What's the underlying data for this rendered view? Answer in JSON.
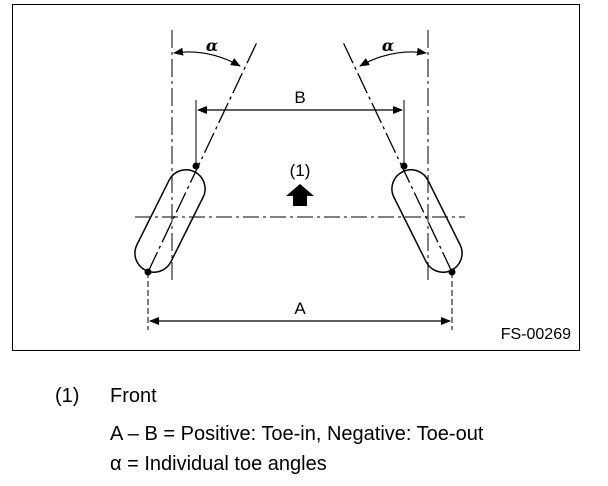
{
  "diagram": {
    "front_marker": "(1)",
    "distance_a": "A",
    "distance_b": "B",
    "angle_symbol": "α",
    "figure_code": "FS-00269"
  },
  "legend": {
    "number": "(1)",
    "term": "Front",
    "definition_1": "A – B = Positive: Toe-in, Negative: Toe-out",
    "definition_2": "α = Individual toe angles"
  }
}
